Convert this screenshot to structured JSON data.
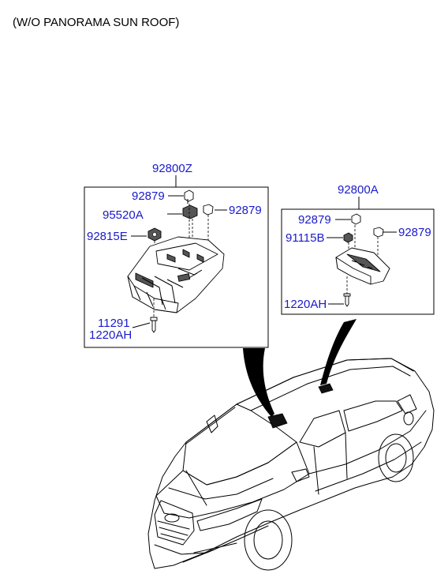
{
  "header": {
    "title": "(W/O PANORAMA SUN ROOF)"
  },
  "assembly_left": {
    "ref": "92800Z",
    "parts": {
      "bulb_top": "92879",
      "lamp": "95520A",
      "bulb_right": "92879",
      "cover": "92815E",
      "screw_a": "11291",
      "screw_b": "1220AH"
    }
  },
  "assembly_right": {
    "ref": "92800A",
    "parts": {
      "bulb_top": "92879",
      "lamp": "91115B",
      "bulb_right": "92879",
      "screw": "1220AH"
    }
  },
  "colors": {
    "part_number": "#1a1acc",
    "text": "#000000",
    "line": "#000000"
  }
}
